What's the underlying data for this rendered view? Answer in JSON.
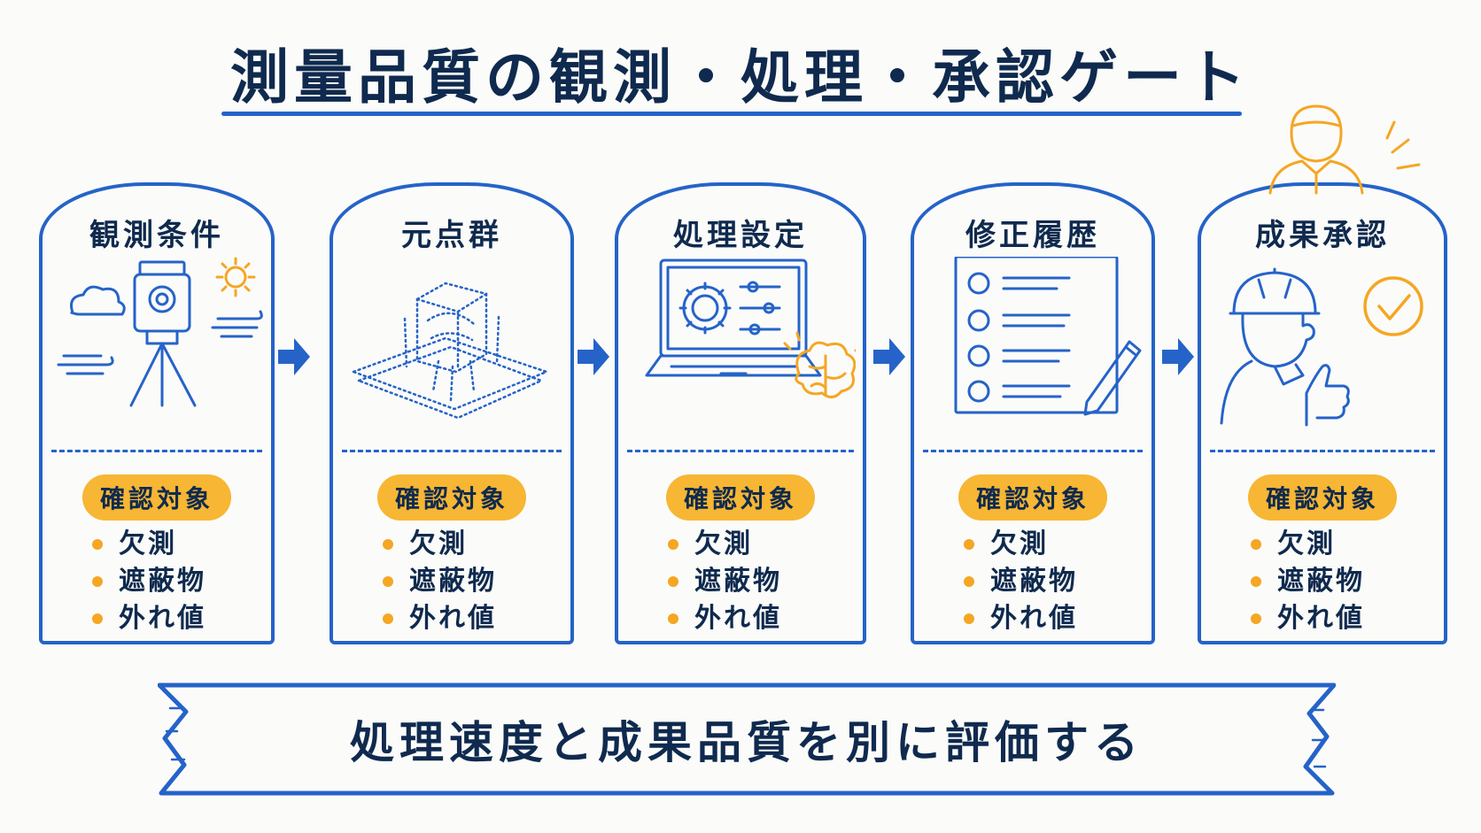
{
  "title": "測量品質の観測・処理・承認ゲート",
  "stages": [
    {
      "title": "観測条件",
      "badge": "確認対象",
      "items": [
        "欠測",
        "遮蔽物",
        "外れ値"
      ]
    },
    {
      "title": "元点群",
      "badge": "確認対象",
      "items": [
        "欠測",
        "遮蔽物",
        "外れ値"
      ]
    },
    {
      "title": "処理設定",
      "badge": "確認対象",
      "items": [
        "欠測",
        "遮蔽物",
        "外れ値"
      ]
    },
    {
      "title": "修正履歴",
      "badge": "確認対象",
      "items": [
        "欠測",
        "遮蔽物",
        "外れ値"
      ]
    },
    {
      "title": "成果承認",
      "badge": "確認対象",
      "items": [
        "欠測",
        "遮蔽物",
        "外れ値"
      ]
    }
  ],
  "banner": "処理速度と成果品質を別に評価する",
  "colors": {
    "primary": "#2563c9",
    "accent": "#f5a623",
    "text": "#0f2a4e"
  },
  "icons": [
    "total-station-icon",
    "point-cloud-icon",
    "laptop-settings-icon",
    "revision-checklist-icon",
    "approval-worker-icon"
  ]
}
